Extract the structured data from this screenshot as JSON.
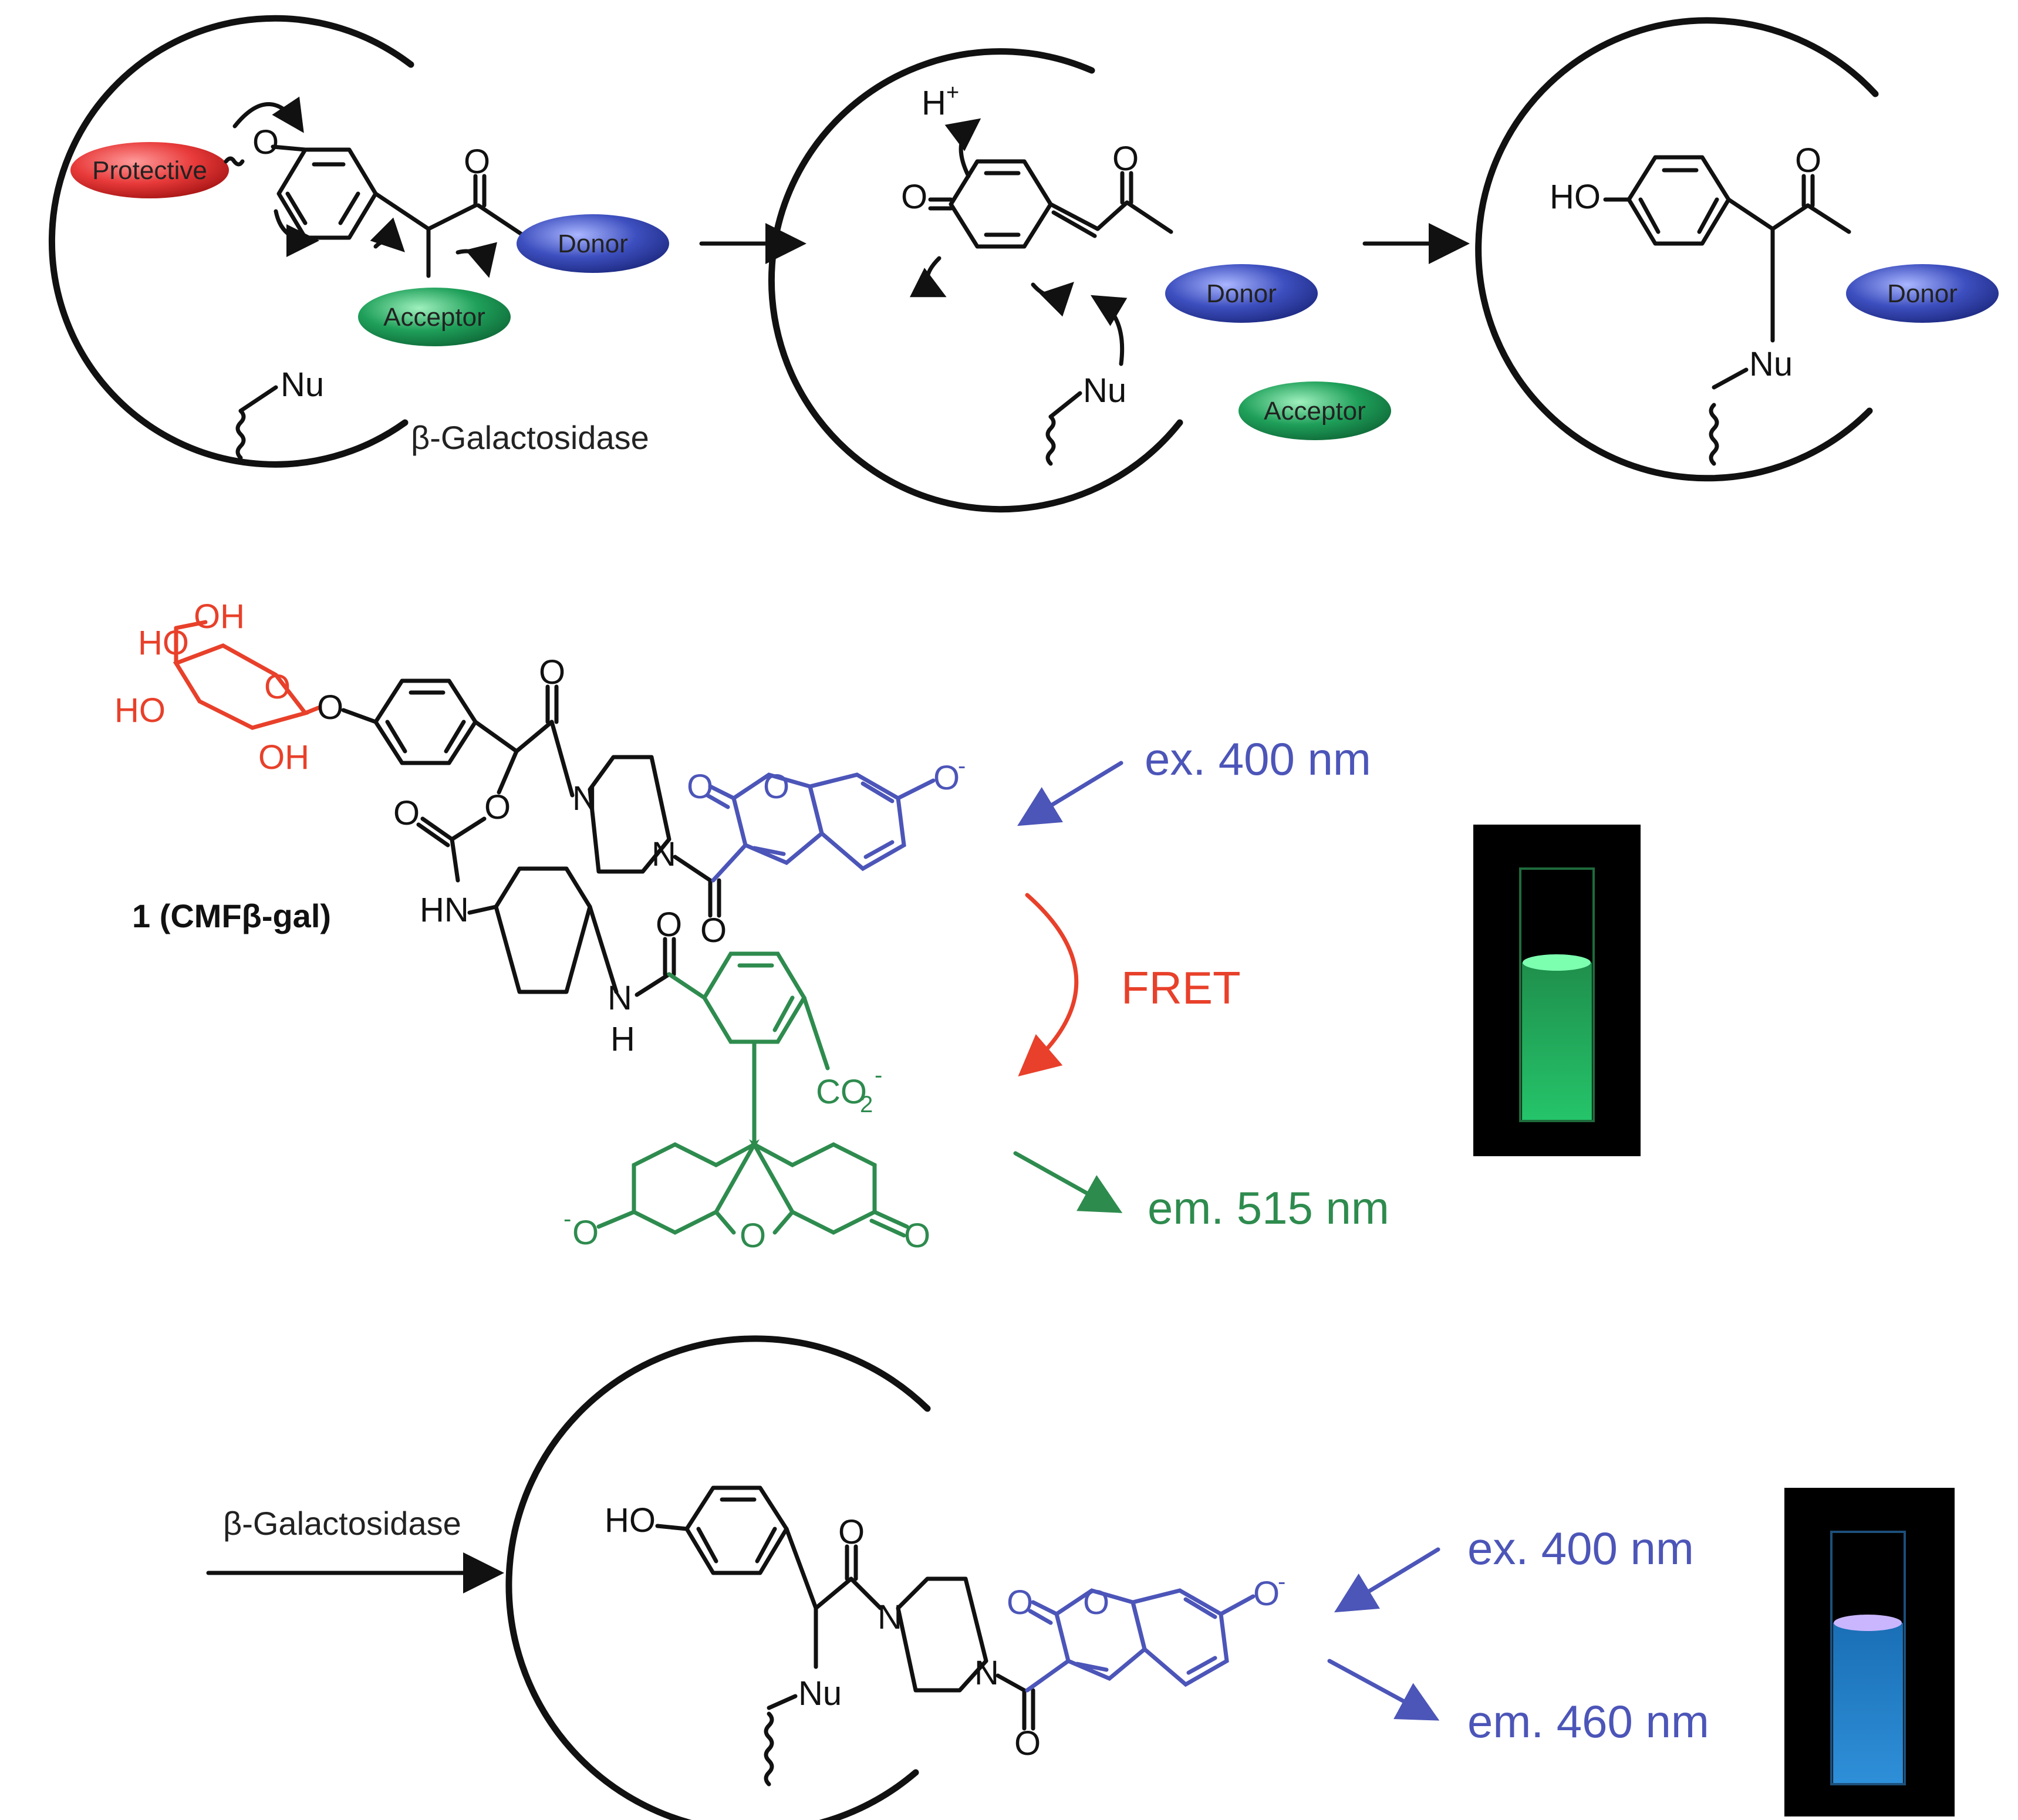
{
  "mechanism": {
    "pills": {
      "protective": "Protective",
      "donor": "Donor",
      "acceptor": "Acceptor"
    },
    "labels": {
      "nu": "Nu",
      "enzyme": "β-Galactosidase",
      "h_plus": "H",
      "plus": "+",
      "ho": "HO",
      "o": "O"
    }
  },
  "probe": {
    "compound_label": "1 (CMFβ-gal)",
    "sugar_atoms": {
      "oh_top": "OH",
      "ho_1": "HO",
      "ho_2": "HO",
      "oh_bottom": "OH"
    },
    "atoms": {
      "o": "O",
      "n": "N",
      "hn": "HN",
      "h": "H",
      "co2": "CO",
      "sub2": "2",
      "minus": "-"
    },
    "excitation": "ex. 400 nm",
    "fret": "FRET",
    "emission": "em. 515 nm"
  },
  "product": {
    "arrow_label": "β-Galactosidase",
    "excitation": "ex. 400 nm",
    "emission": "em. 460 nm"
  },
  "colors": {
    "protective": "#e83a3a",
    "donor": "#3d4fbf",
    "acceptor": "#1fa05a",
    "coumarin": "#4c55b8",
    "fluorescein": "#2e8b4e",
    "sugar": "#e8402a",
    "cuvette_green": "#2fd06e",
    "cuvette_blue": "#2e8fd8"
  }
}
